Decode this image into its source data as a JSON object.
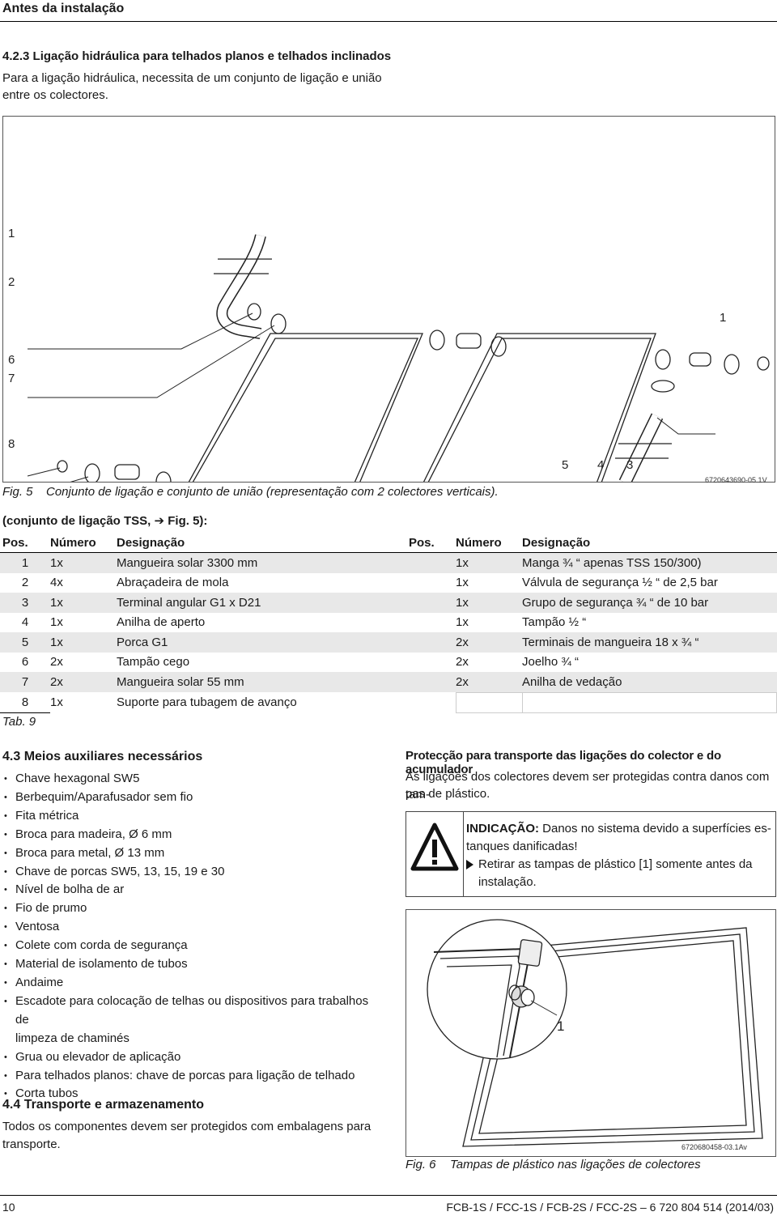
{
  "header": {
    "section": "Antes da instalação"
  },
  "s423": {
    "heading": "4.2.3   Ligação hidráulica para telhados planos e telhados inclinados",
    "text_line1": "Para a ligação hidráulica, necessita de um conjunto de ligação e união",
    "text_line2": "entre os colectores."
  },
  "fig5": {
    "labels": {
      "l1a": "1",
      "l2": "2",
      "l1b": "1",
      "l6": "6",
      "l7": "7",
      "l8": "8",
      "l5": "5",
      "l4": "4",
      "l3": "3"
    },
    "code": "6720643690-05.1V",
    "caption_num": "Fig. 5",
    "caption_text": "Conjunto de ligação e conjunto de união (representação com 2 colectores verticais)."
  },
  "parts": {
    "title": "(conjunto de ligação TSS, ➔ Fig. 5):",
    "headers": [
      "Pos.",
      "Número",
      "Designação",
      "Pos.",
      "Número",
      "Designação"
    ],
    "rows": [
      [
        "1",
        "1x",
        "Mangueira solar 3300 mm",
        "",
        "1x",
        "Manga ¾ “ apenas TSS 150/300)"
      ],
      [
        "2",
        "4x",
        "Abraçadeira de mola",
        "",
        "1x",
        "Válvula de segurança ½ “ de 2,5 bar"
      ],
      [
        "3",
        "1x",
        "Terminal angular G1 x D21",
        "",
        "1x",
        "Grupo de segurança ¾ “ de 10 bar"
      ],
      [
        "4",
        "1x",
        "Anilha de aperto",
        "",
        "1x",
        "Tampão ½ “"
      ],
      [
        "5",
        "1x",
        "Porca G1",
        "",
        "2x",
        "Terminais de mangueira 18 x ¾ “"
      ],
      [
        "6",
        "2x",
        "Tampão cego",
        "",
        "2x",
        "Joelho ¾ “"
      ],
      [
        "7",
        "2x",
        "Mangueira solar 55 mm",
        "",
        "2x",
        "Anilha de vedação"
      ],
      [
        "8",
        "1x",
        "Suporte para tubagem de avanço",
        "",
        "",
        ""
      ]
    ],
    "tab_label": "Tab. 9"
  },
  "s43": {
    "heading": "4.3    Meios auxiliares necessários",
    "items": [
      "Chave hexagonal SW5",
      "Berbequim/Aparafusador sem fio",
      "Fita métrica",
      "Broca para madeira, Ø 6 mm",
      "Broca para metal, Ø 13 mm",
      "Chave de porcas SW5, 13, 15, 19 e 30",
      "Nível de bolha de ar",
      "Fio de prumo",
      "Ventosa",
      "Colete com corda de segurança",
      "Material de isolamento de tubos",
      "Andaime",
      "Escadote para colocação de telhas ou dispositivos para trabalhos de",
      "Grua ou elevador de aplicação",
      "Para telhados planos: chave de porcas para ligação de telhado",
      "Corta tubos"
    ],
    "item12_cont": "limpeza de chaminés"
  },
  "s44": {
    "heading": "4.4    Transporte e armazenamento",
    "text_line1": "Todos os componentes devem ser protegidos com embalagens para",
    "text_line2": "transporte."
  },
  "protect": {
    "heading": "Protecção para transporte das ligações do colector e do acumulador",
    "text_line1": "As ligações dos colectores devem ser protegidas contra danos com tam-",
    "text_line2": "pas de plástico."
  },
  "notice": {
    "label": "INDICAÇÃO:",
    "text1": " Danos no sistema devido a superfícies es-",
    "text2": "tanques danificadas!",
    "action1": "Retirar as tampas de plástico [1] somente antes da",
    "action2": "instalação."
  },
  "fig6": {
    "label1": "1",
    "code": "6720680458-03.1Av",
    "caption_num": "Fig. 6",
    "caption_text": "Tampas de plástico nas ligações de colectores"
  },
  "footer": {
    "page": "10",
    "doc": "FCB-1S / FCC-1S / FCB-2S / FCC-2S – 6 720 804 514 (2014/03)"
  }
}
